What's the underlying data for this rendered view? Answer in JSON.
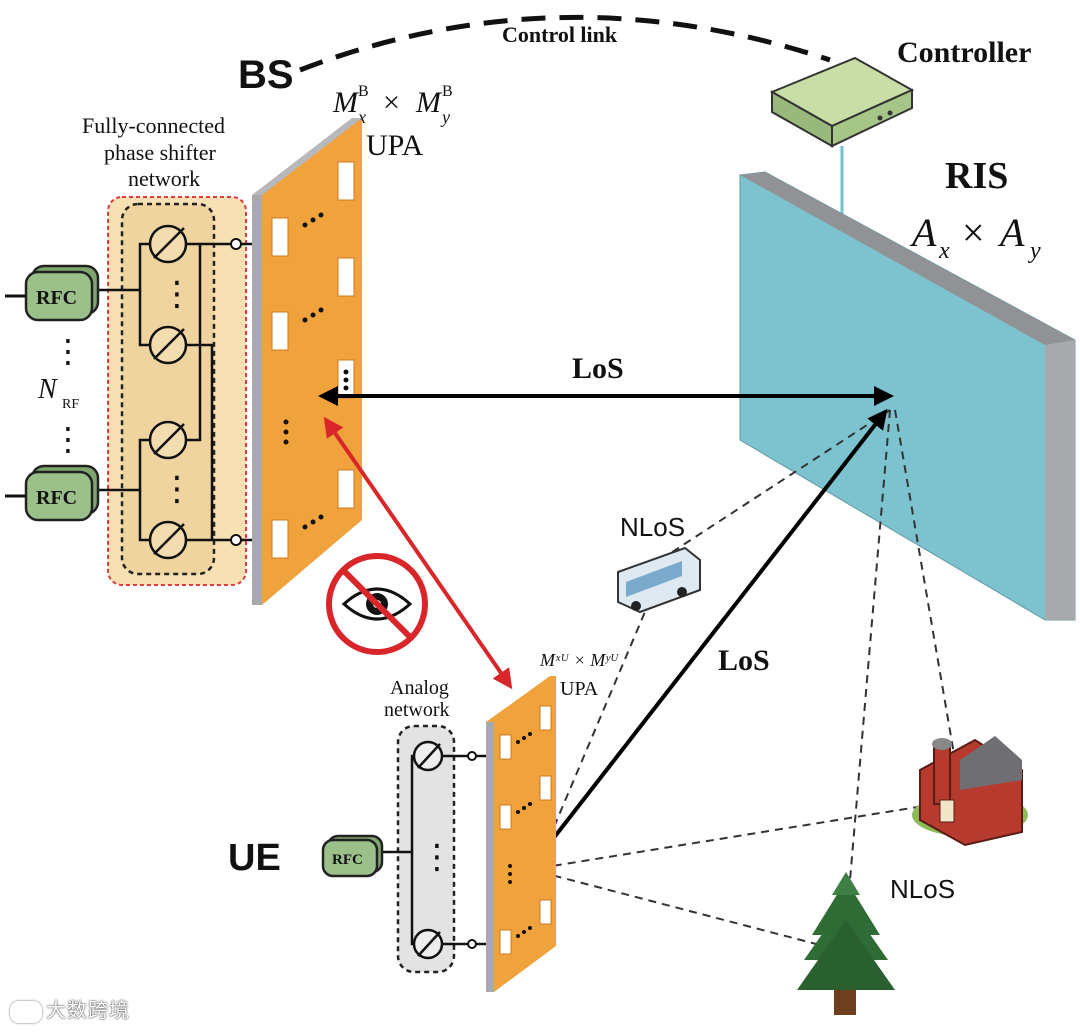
{
  "labels": {
    "control_link": "Control link",
    "controller": "Controller",
    "bs": "BS",
    "bs_upa_size_M": "M",
    "bs_upa_size_x": "x",
    "bs_upa_size_B": "B",
    "bs_upa_size_times": "×",
    "bs_upa_size_y": "y",
    "bs_upa": "UPA",
    "phase_shifter_line1": "Fully-connected",
    "phase_shifter_line2": "phase shifter",
    "phase_shifter_line3": "network",
    "rfc_top": "RFC",
    "rfc_bottom": "RFC",
    "rfc_ue": "RFC",
    "nrf_N": "N",
    "nrf_sub": "RF",
    "ris": "RIS",
    "ris_size_A1": "A",
    "ris_size_x": "x",
    "ris_size_times": "×",
    "ris_size_A2": "A",
    "ris_size_y": "y",
    "los_bs_ris": "LoS",
    "los_ris_ue": "LoS",
    "nlos_bus": "NLoS",
    "nlos_tree": "NLoS",
    "ue": "UE",
    "ue_upa_size": "Mˣᵁ × Mʸᵁ",
    "ue_upa": "UPA",
    "analog_line1": "Analog",
    "analog_line2": "network",
    "ellipsis": "⋮"
  },
  "watermark": "大数跨境",
  "colors": {
    "panel_orange": "#f0a23c",
    "ris_face": "#7cc3cf",
    "ris_edge": "#a7a9ac",
    "rfc_green": "#9bc08a",
    "controller_green": "#b9d497",
    "blocked_red": "#d9262b",
    "phase_box_fill": "#f7e0b3",
    "ue_box_fill": "#e3e3e3"
  }
}
